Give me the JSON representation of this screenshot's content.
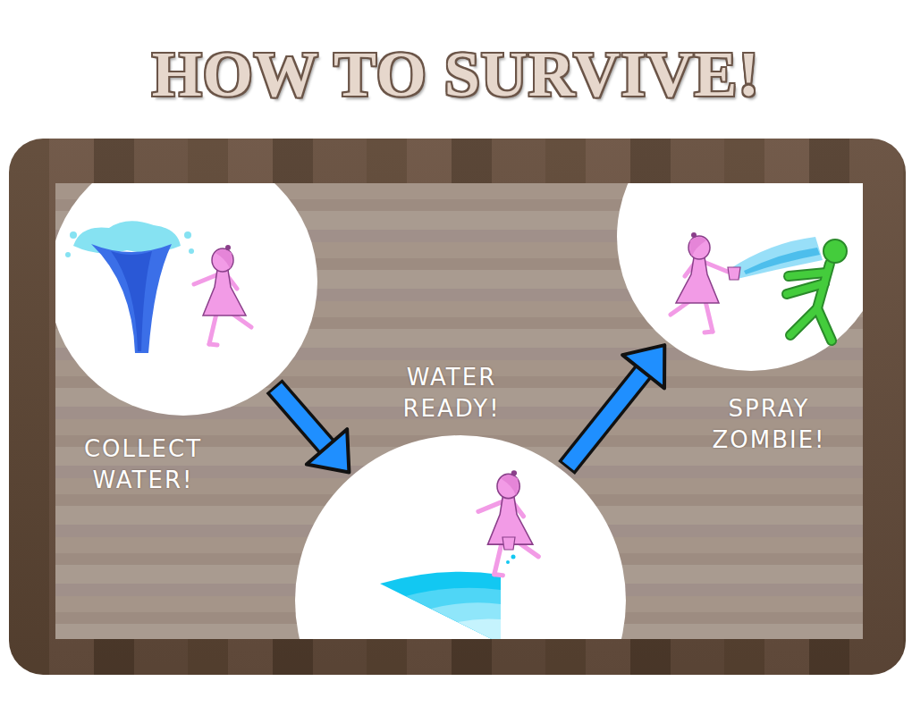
{
  "diagram": {
    "title": "HOW TO SURVIVE!",
    "nodes": [
      {
        "text": [
          "COLLECT WATER!"
        ]
      },
      {
        "text": [
          "WATER READY!"
        ]
      },
      {
        "text": [
          "SPRAY ZOMBIE!"
        ]
      }
    ],
    "edges": [
      {
        "from": 0,
        "to": 1,
        "arrow": "to"
      },
      {
        "from": 1,
        "to": 2,
        "arrow": "to"
      }
    ]
  }
}
